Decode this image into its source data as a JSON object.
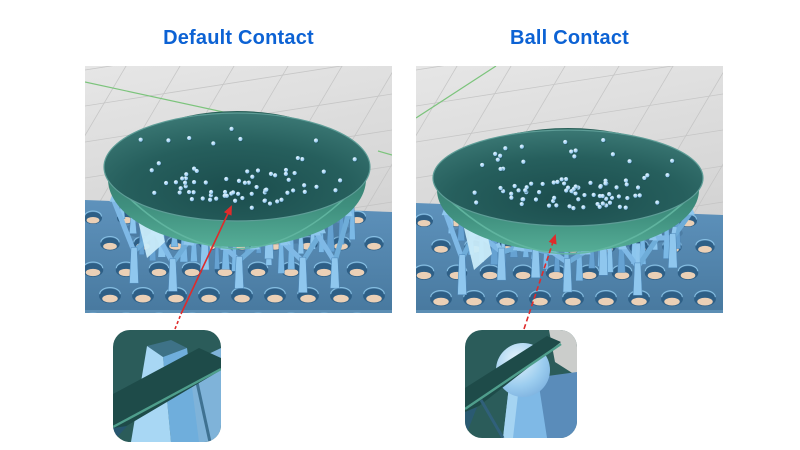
{
  "figure": {
    "panels": [
      {
        "title": "Default Contact",
        "contact_type": "default"
      },
      {
        "title": "Ball Contact",
        "contact_type": "ball"
      }
    ]
  },
  "colors": {
    "title_text": "#0C62D4",
    "annotation_arrow": "#DF2B2B",
    "viewport_background": "#D6D6D6",
    "grid_line": "#C2C2C2",
    "axis_green": "#7CC47C",
    "model_surface_teal": "#265F5D",
    "model_rim_band": "#4EA08D",
    "support_blue": "#7FBCE8",
    "build_plate_blue": "#5589B3",
    "hole_bottom_tan": "#EBD0B6"
  }
}
